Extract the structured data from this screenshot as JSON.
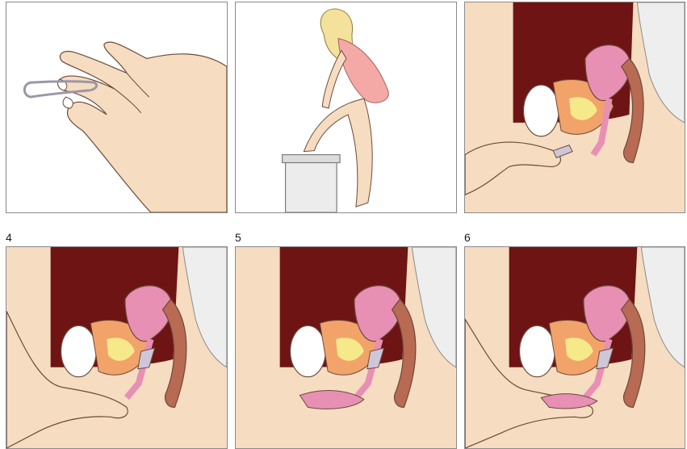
{
  "steps": [
    {
      "id": 1,
      "number": ""
    },
    {
      "id": 2,
      "number": ""
    },
    {
      "id": 3,
      "number": ""
    },
    {
      "id": 4,
      "number": "4"
    },
    {
      "id": 5,
      "number": "5"
    },
    {
      "id": 6,
      "number": "6"
    }
  ],
  "colors": {
    "skin": "#f6dcc0",
    "outline": "#6b4a3a",
    "cavity": "#6e1414",
    "uterus": "#e88fb4",
    "rectum": "#b86a52",
    "bladder_tissue": "#f2a36a",
    "tissue_yellow": "#f6e98a",
    "spine": "#eeeeee",
    "cup": "#cfc6d8",
    "tampon_paper": "#e6e6e6",
    "shirt": "#f5a9a6",
    "hair": "#f4e29b"
  }
}
